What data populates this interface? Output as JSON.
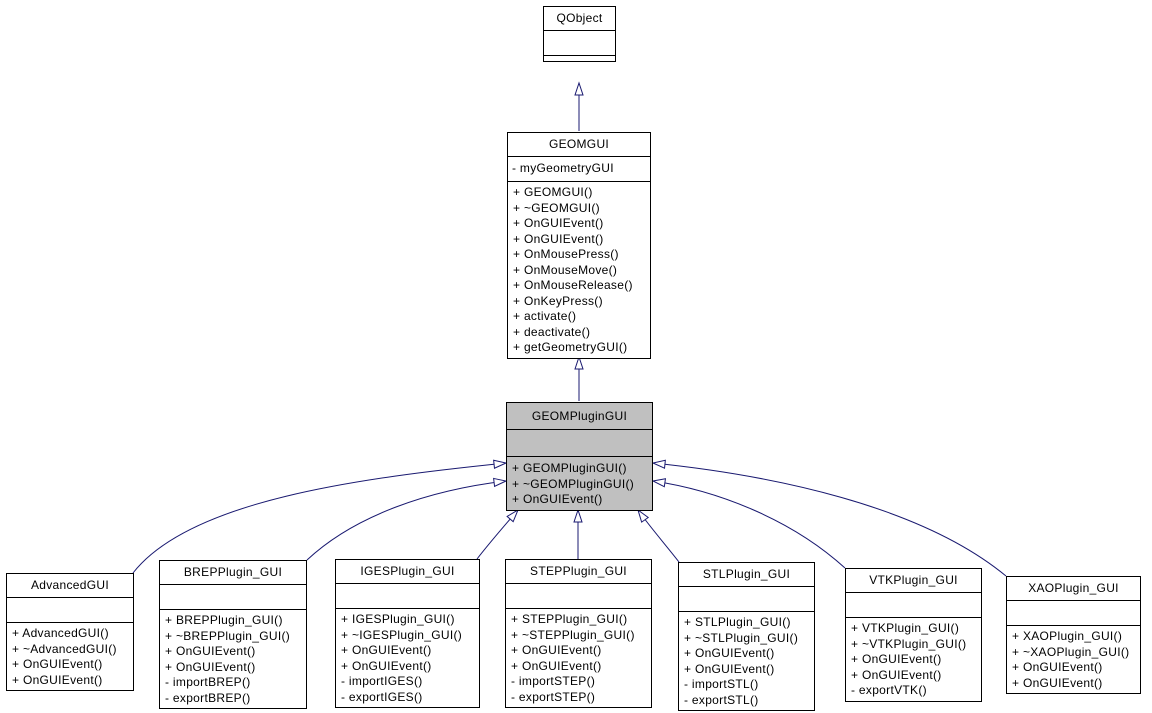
{
  "diagram": {
    "type": "uml-class-inheritance",
    "edge_color": "#191970",
    "node_fill": "#ffffff",
    "highlight_fill": "#c0c0c0",
    "border_color": "#000000",
    "text_color": "#000000"
  },
  "classes": {
    "qobject": {
      "name": "QObject",
      "attributes": [],
      "methods": []
    },
    "geomgui": {
      "name": "GEOMGUI",
      "attributes": [
        "- myGeometryGUI"
      ],
      "methods": [
        "+ GEOMGUI()",
        "+ ~GEOMGUI()",
        "+ OnGUIEvent()",
        "+ OnGUIEvent()",
        "+ OnMousePress()",
        "+ OnMouseMove()",
        "+ OnMouseRelease()",
        "+ OnKeyPress()",
        "+ activate()",
        "+ deactivate()",
        "+ getGeometryGUI()"
      ]
    },
    "geomplugingui": {
      "name": "GEOMPluginGUI",
      "attributes": [],
      "methods": [
        "+ GEOMPluginGUI()",
        "+ ~GEOMPluginGUI()",
        "+ OnGUIEvent()"
      ]
    },
    "advancedgui": {
      "name": "AdvancedGUI",
      "attributes": [],
      "methods": [
        "+ AdvancedGUI()",
        "+ ~AdvancedGUI()",
        "+ OnGUIEvent()",
        "+ OnGUIEvent()"
      ]
    },
    "brep": {
      "name": "BREPPlugin_GUI",
      "attributes": [],
      "methods": [
        "+ BREPPlugin_GUI()",
        "+ ~BREPPlugin_GUI()",
        "+ OnGUIEvent()",
        "+ OnGUIEvent()",
        "- importBREP()",
        "- exportBREP()"
      ]
    },
    "iges": {
      "name": "IGESPlugin_GUI",
      "attributes": [],
      "methods": [
        "+ IGESPlugin_GUI()",
        "+ ~IGESPlugin_GUI()",
        "+ OnGUIEvent()",
        "+ OnGUIEvent()",
        "- importIGES()",
        "- exportIGES()"
      ]
    },
    "step": {
      "name": "STEPPlugin_GUI",
      "attributes": [],
      "methods": [
        "+ STEPPlugin_GUI()",
        "+ ~STEPPlugin_GUI()",
        "+ OnGUIEvent()",
        "+ OnGUIEvent()",
        "- importSTEP()",
        "- exportSTEP()"
      ]
    },
    "stl": {
      "name": "STLPlugin_GUI",
      "attributes": [],
      "methods": [
        "+ STLPlugin_GUI()",
        "+ ~STLPlugin_GUI()",
        "+ OnGUIEvent()",
        "+ OnGUIEvent()",
        "- importSTL()",
        "- exportSTL()"
      ]
    },
    "vtk": {
      "name": "VTKPlugin_GUI",
      "attributes": [],
      "methods": [
        "+ VTKPlugin_GUI()",
        "+ ~VTKPlugin_GUI()",
        "+ OnGUIEvent()",
        "+ OnGUIEvent()",
        "- exportVTK()"
      ]
    },
    "xao": {
      "name": "XAOPlugin_GUI",
      "attributes": [],
      "methods": [
        "+ XAOPlugin_GUI()",
        "+ ~XAOPlugin_GUI()",
        "+ OnGUIEvent()",
        "+ OnGUIEvent()"
      ]
    }
  },
  "edges": [
    {
      "child": "GEOMGUI",
      "parent": "QObject"
    },
    {
      "child": "GEOMPluginGUI",
      "parent": "GEOMGUI"
    },
    {
      "child": "AdvancedGUI",
      "parent": "GEOMPluginGUI"
    },
    {
      "child": "BREPPlugin_GUI",
      "parent": "GEOMPluginGUI"
    },
    {
      "child": "IGESPlugin_GUI",
      "parent": "GEOMPluginGUI"
    },
    {
      "child": "STEPPlugin_GUI",
      "parent": "GEOMPluginGUI"
    },
    {
      "child": "STLPlugin_GUI",
      "parent": "GEOMPluginGUI"
    },
    {
      "child": "VTKPlugin_GUI",
      "parent": "GEOMPluginGUI"
    },
    {
      "child": "XAOPlugin_GUI",
      "parent": "GEOMPluginGUI"
    }
  ]
}
